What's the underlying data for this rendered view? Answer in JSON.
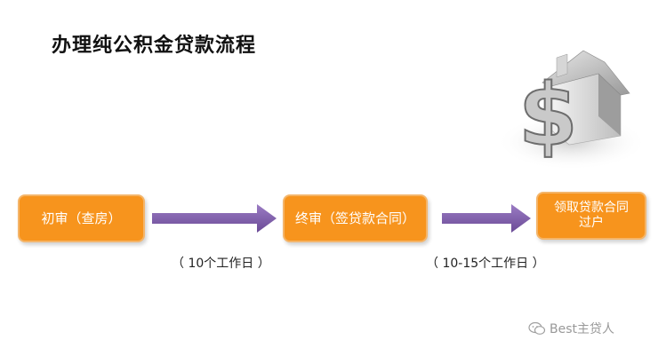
{
  "title": "办理纯公积金贷款流程",
  "steps": [
    {
      "label": "初审（查房）"
    },
    {
      "label": "终审（签贷款合同）"
    },
    {
      "label_line1": "领取贷款合同",
      "label_line2": "过户"
    }
  ],
  "durations": [
    "（ 10个工作日 ）",
    "（ 10-15个工作日 ）"
  ],
  "watermark": "Best主贷人",
  "colors": {
    "step_fill": "#f7941d",
    "step_border": "#f4b56a",
    "arrow": "#7b5ba6"
  },
  "icons": [
    "house-dollar-illustration",
    "wechat-icon"
  ]
}
